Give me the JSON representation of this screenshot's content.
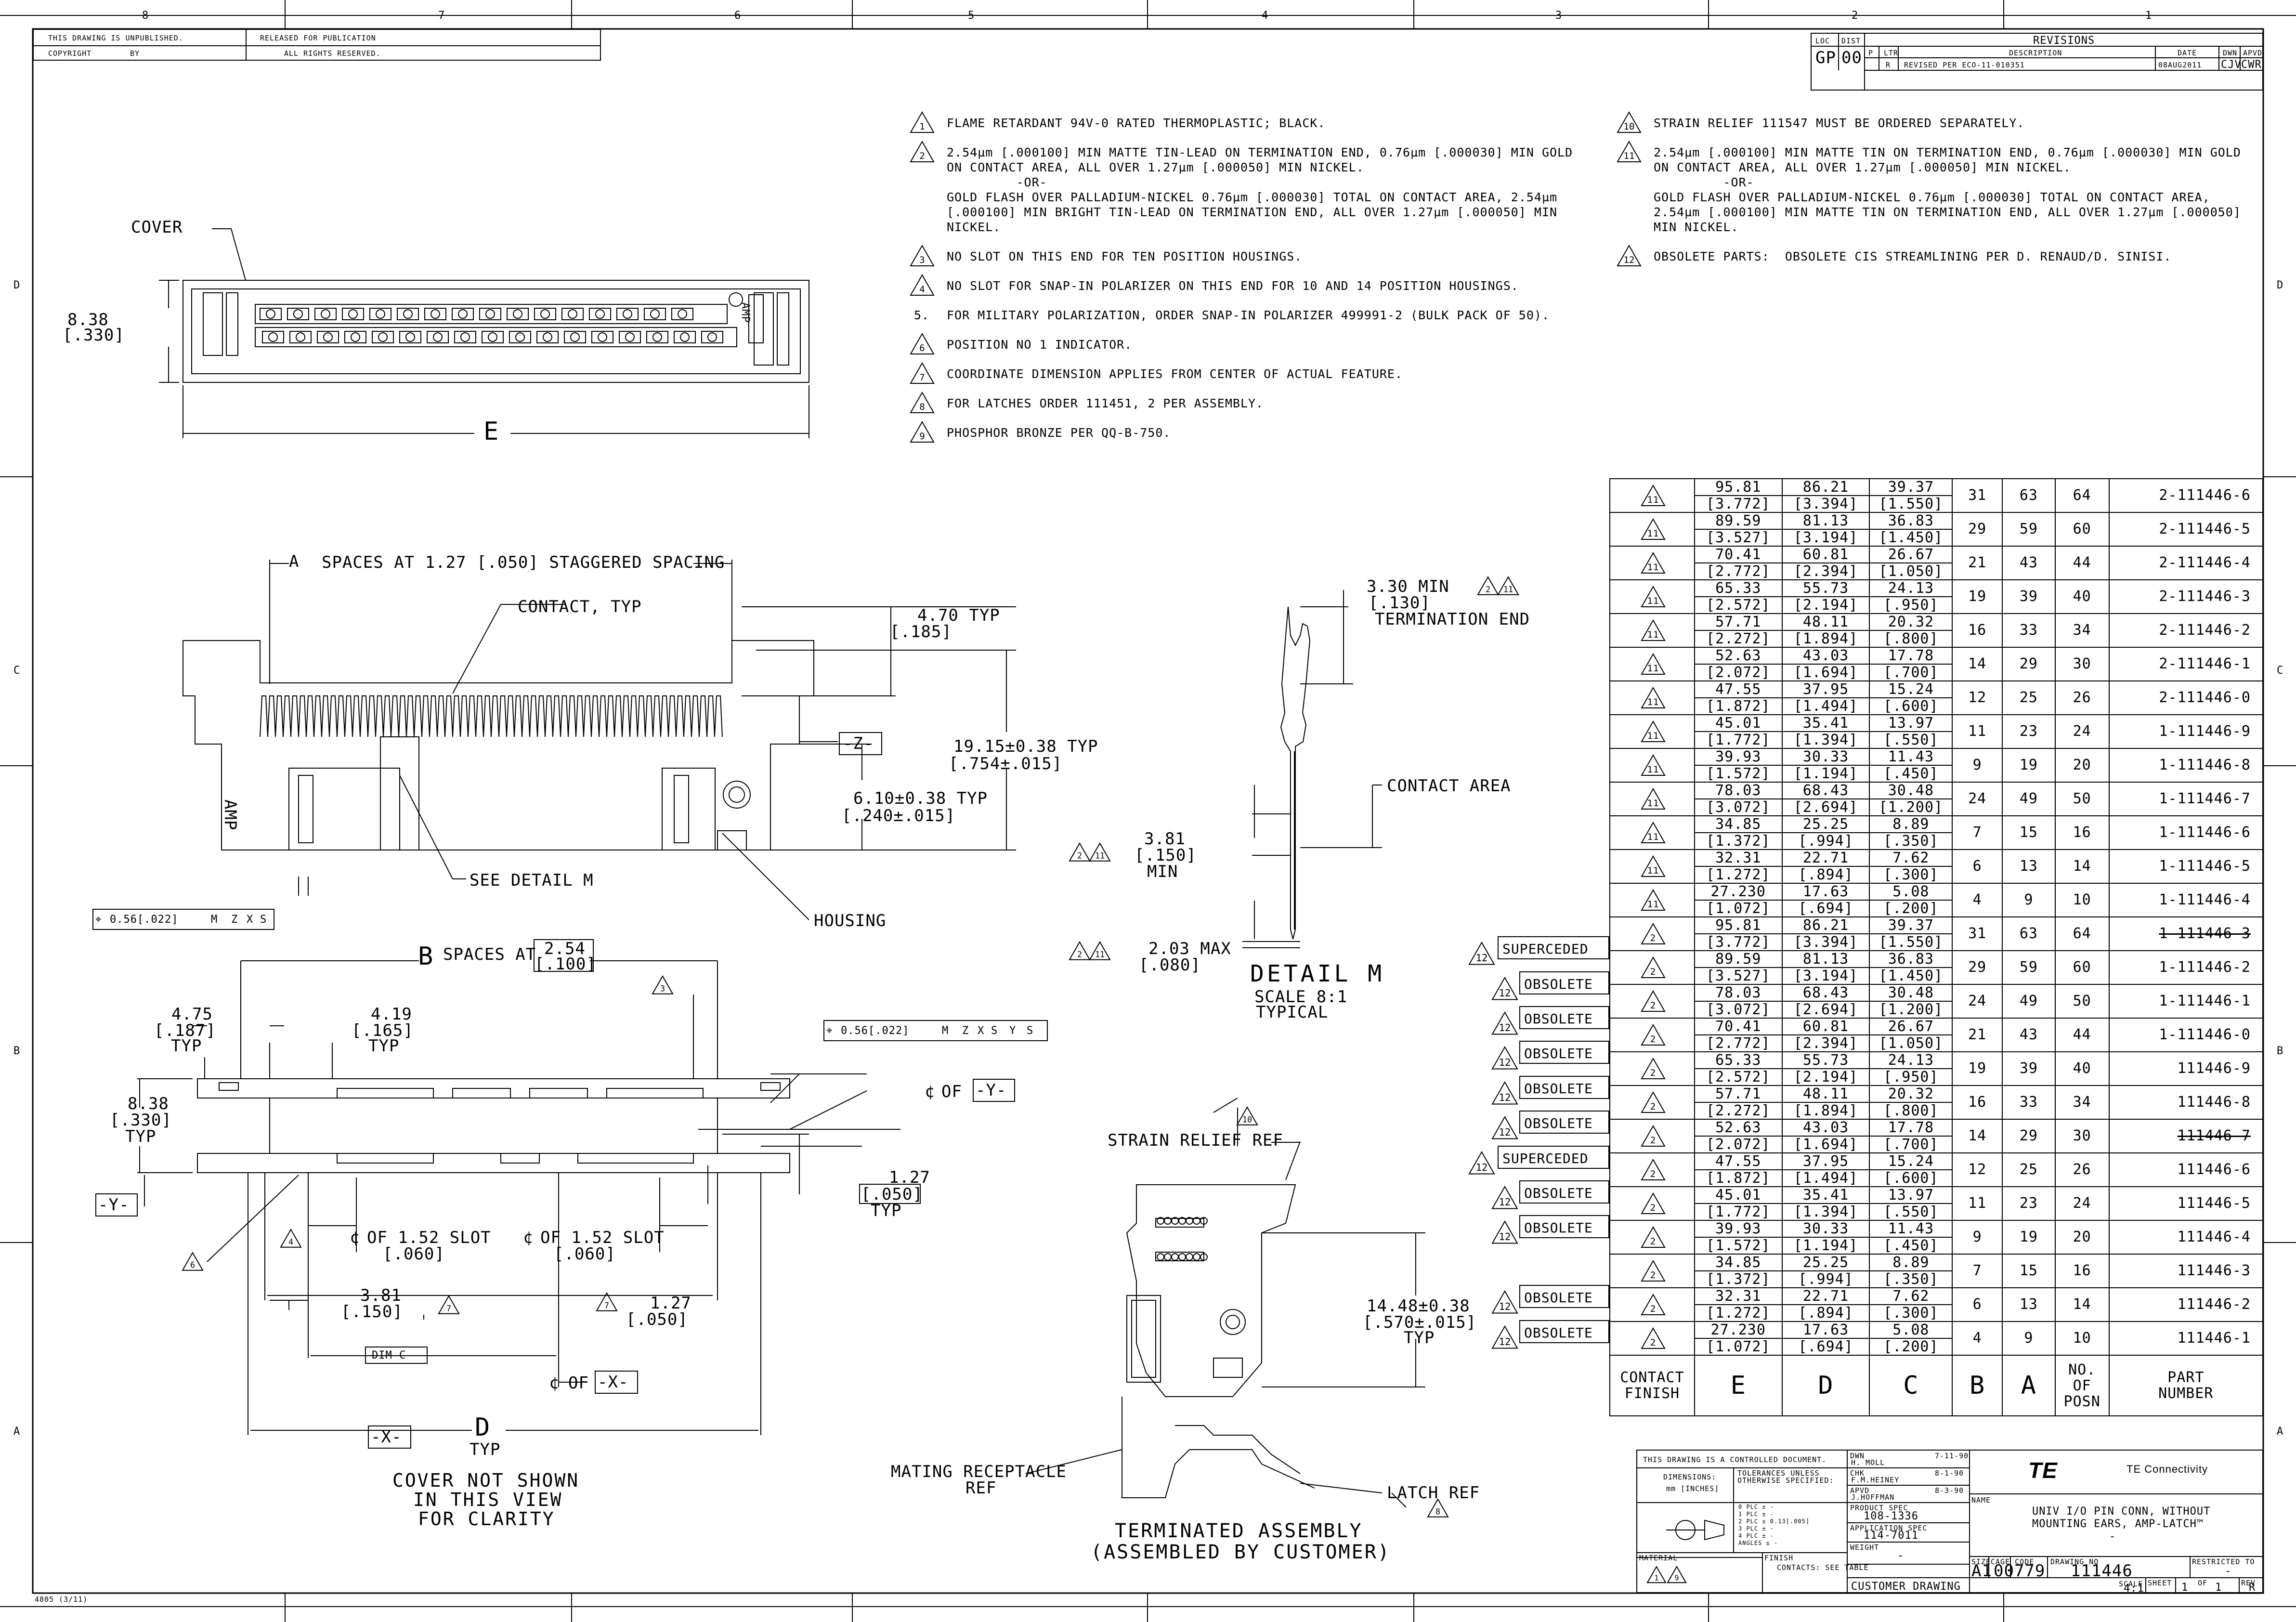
{
  "zones": {
    "top": [
      "8",
      "7",
      "6",
      "5",
      "4",
      "3",
      "2",
      "1"
    ],
    "side": [
      "D",
      "C",
      "B",
      "A"
    ]
  },
  "header": {
    "unpublished": "THIS DRAWING IS UNPUBLISHED.",
    "released": "RELEASED FOR PUBLICATION",
    "copyright": "COPYRIGHT",
    "by": "BY",
    "rights": "ALL RIGHTS RESERVED."
  },
  "revisions": {
    "title": "REVISIONS",
    "loc_label": "LOC",
    "dist_label": "DIST",
    "loc": "GP",
    "dist": "00",
    "p_label": "P",
    "ltr_label": "LTR",
    "desc_label": "DESCRIPTION",
    "date_label": "DATE",
    "dwn_label": "DWN",
    "apvd_label": "APVD",
    "ltr": "R",
    "desc": "REVISED PER ECO-11-010351",
    "date": "08AUG2011",
    "dwn": "CJV",
    "apvd": "CWR"
  },
  "notes_left": [
    {
      "num": "1",
      "tri": true,
      "text": "FLAME RETARDANT 94V-0 RATED THERMOPLASTIC; BLACK."
    },
    {
      "num": "2",
      "tri": true,
      "text": "2.54µm [.000100] MIN MATTE TIN-LEAD ON TERMINATION END, 0.76µm [.000030] MIN GOLD\nON CONTACT AREA, ALL OVER 1.27µm [.000050] MIN NICKEL.\n         -OR-\nGOLD FLASH OVER PALLADIUM-NICKEL 0.76µm [.000030] TOTAL ON CONTACT AREA, 2.54µm\n[.000100] MIN BRIGHT TIN-LEAD ON TERMINATION END, ALL OVER 1.27µm [.000050] MIN\nNICKEL."
    },
    {
      "num": "3",
      "tri": true,
      "text": "NO SLOT ON THIS END FOR TEN POSITION HOUSINGS."
    },
    {
      "num": "4",
      "tri": true,
      "text": "NO SLOT FOR SNAP-IN POLARIZER ON THIS END FOR 10 AND 14 POSITION HOUSINGS."
    },
    {
      "num": "5.",
      "tri": false,
      "text": "FOR MILITARY POLARIZATION, ORDER SNAP-IN POLARIZER 499991-2 (BULK PACK OF 50)."
    },
    {
      "num": "6",
      "tri": true,
      "text": "POSITION NO 1 INDICATOR."
    },
    {
      "num": "7",
      "tri": true,
      "text": "COORDINATE DIMENSION APPLIES FROM CENTER OF ACTUAL FEATURE."
    },
    {
      "num": "8",
      "tri": true,
      "text": "FOR LATCHES ORDER 111451, 2 PER ASSEMBLY."
    },
    {
      "num": "9",
      "tri": true,
      "text": "PHOSPHOR BRONZE PER QQ-B-750."
    }
  ],
  "notes_right": [
    {
      "num": "10",
      "text": "STRAIN RELIEF 111547 MUST BE ORDERED SEPARATELY."
    },
    {
      "num": "11",
      "text": "2.54µm [.000100] MIN MATTE TIN ON TERMINATION END, 0.76µm [.000030] MIN GOLD\nON CONTACT AREA, ALL OVER 1.27µm [.000050] MIN NICKEL.\n         -OR-\nGOLD FLASH OVER PALLADIUM-NICKEL 0.76µm [.000030] TOTAL ON CONTACT AREA,\n2.54µm [.000100] MIN MATTE TIN ON TERMINATION END, ALL OVER 1.27µm [.000050]\nMIN NICKEL."
    },
    {
      "num": "12",
      "text": "OBSOLETE PARTS:  OBSOLETE CIS STREAMLINING PER D. RENAUD/D. SINISI."
    }
  ],
  "top_view": {
    "cover": "COVER",
    "h_mm": "8.38",
    "h_in": "[.330]",
    "e": "E",
    "amp": "AMP"
  },
  "front_view": {
    "a_spaces": "A",
    "a_text": "SPACES AT 1.27 [.050] STAGGERED SPACING",
    "contact": "CONTACT, TYP",
    "typ1_mm": "4.70 TYP",
    "typ1_in": "[.185]",
    "z": "-Z-",
    "h1": "19.15±0.38  TYP",
    "h1_in": "[.754±.015]",
    "h2": "6.10±0.38  TYP",
    "h2_in": "[.240±.015]",
    "see": "SEE DETAIL M",
    "housing": "HOUSING",
    "fcf": "0.56[.022]",
    "fcf_m": "M",
    "fcf_z": "Z",
    "fcf_x": "X",
    "fcf_s": "S",
    "amp": "AMP"
  },
  "detail_m": {
    "min": "3.30 MIN",
    "min_in": "[.130]",
    "term": "TERMINATION END",
    "contact_area": "CONTACT AREA",
    "d1": "3.81",
    "d1_in": "[.150]",
    "d1_min": "MIN",
    "d2": "2.03 MAX",
    "d2_in": "[.080]",
    "title": "DETAIL M",
    "scale": "SCALE 8:1",
    "typical": "TYPICAL",
    "t2": "2",
    "t11": "11"
  },
  "side_view": {
    "b": "B",
    "b_text": "SPACES AT",
    "b_mm": "2.54",
    "b_in": "[.100]",
    "d475": "4.75",
    "d475_in": "[.187]",
    "typ": "TYP",
    "d419": "4.19",
    "d419_in": "[.165]",
    "d838": "8.38",
    "d838_in": "[.330]",
    "y": "-Y-",
    "fcf": "0.56[.022]",
    "fcf_m": "M",
    "fcf_z": "Z",
    "fcf_x": "X",
    "fcf_s1": "S",
    "fcf_y": "Y",
    "fcf_s2": "S",
    "cl_y": "OF",
    "d127": "1.27",
    "d127_in": "[.050]",
    "slot1": "OF 1.52 SLOT",
    "slot1_in": "[.060]",
    "slot2": "OF 1.52 SLOT",
    "slot2_in": "[.060]",
    "d381": "3.81",
    "d381_in": "[.150]",
    "d127b": "1.27",
    "d127b_in": "[.050]",
    "dimc": "DIM C",
    "cl_x": "OF",
    "x": "-X-",
    "d": "D",
    "d_typ": "TYP",
    "cover1": "COVER NOT SHOWN",
    "cover2": "IN THIS VIEW",
    "cover3": "FOR CLARITY",
    "cl": "¢"
  },
  "assembly": {
    "strain": "STRAIN RELIEF REF",
    "h": "14.48±0.38",
    "h_in": "[.570±.015]",
    "typ": "TYP",
    "mating1": "MATING RECEPTACLE",
    "mating2": "REF",
    "latch": "LATCH REF",
    "title1": "TERMINATED ASSEMBLY",
    "title2": "(ASSEMBLED BY CUSTOMER)"
  },
  "table": {
    "rows": [
      {
        "tag": "",
        "n": "11",
        "e": [
          "95.81",
          "[3.772]"
        ],
        "d": [
          "86.21",
          "[3.394]"
        ],
        "c": [
          "39.37",
          "[1.550]"
        ],
        "b": "31",
        "a": "63",
        "p": "64",
        "pn": "2-111446-6",
        "strike": false
      },
      {
        "tag": "",
        "n": "11",
        "e": [
          "89.59",
          "[3.527]"
        ],
        "d": [
          "81.13",
          "[3.194]"
        ],
        "c": [
          "36.83",
          "[1.450]"
        ],
        "b": "29",
        "a": "59",
        "p": "60",
        "pn": "2-111446-5",
        "strike": false
      },
      {
        "tag": "",
        "n": "11",
        "e": [
          "70.41",
          "[2.772]"
        ],
        "d": [
          "60.81",
          "[2.394]"
        ],
        "c": [
          "26.67",
          "[1.050]"
        ],
        "b": "21",
        "a": "43",
        "p": "44",
        "pn": "2-111446-4",
        "strike": false
      },
      {
        "tag": "",
        "n": "11",
        "e": [
          "65.33",
          "[2.572]"
        ],
        "d": [
          "55.73",
          "[2.194]"
        ],
        "c": [
          "24.13",
          "[.950]"
        ],
        "b": "19",
        "a": "39",
        "p": "40",
        "pn": "2-111446-3",
        "strike": false
      },
      {
        "tag": "",
        "n": "11",
        "e": [
          "57.71",
          "[2.272]"
        ],
        "d": [
          "48.11",
          "[1.894]"
        ],
        "c": [
          "20.32",
          "[.800]"
        ],
        "b": "16",
        "a": "33",
        "p": "34",
        "pn": "2-111446-2",
        "strike": false
      },
      {
        "tag": "",
        "n": "11",
        "e": [
          "52.63",
          "[2.072]"
        ],
        "d": [
          "43.03",
          "[1.694]"
        ],
        "c": [
          "17.78",
          "[.700]"
        ],
        "b": "14",
        "a": "29",
        "p": "30",
        "pn": "2-111446-1",
        "strike": false
      },
      {
        "tag": "",
        "n": "11",
        "e": [
          "47.55",
          "[1.872]"
        ],
        "d": [
          "37.95",
          "[1.494]"
        ],
        "c": [
          "15.24",
          "[.600]"
        ],
        "b": "12",
        "a": "25",
        "p": "26",
        "pn": "2-111446-0",
        "strike": false
      },
      {
        "tag": "",
        "n": "11",
        "e": [
          "45.01",
          "[1.772]"
        ],
        "d": [
          "35.41",
          "[1.394]"
        ],
        "c": [
          "13.97",
          "[.550]"
        ],
        "b": "11",
        "a": "23",
        "p": "24",
        "pn": "1-111446-9",
        "strike": false
      },
      {
        "tag": "",
        "n": "11",
        "e": [
          "39.93",
          "[1.572]"
        ],
        "d": [
          "30.33",
          "[1.194]"
        ],
        "c": [
          "11.43",
          "[.450]"
        ],
        "b": "9",
        "a": "19",
        "p": "20",
        "pn": "1-111446-8",
        "strike": false
      },
      {
        "tag": "",
        "n": "11",
        "e": [
          "78.03",
          "[3.072]"
        ],
        "d": [
          "68.43",
          "[2.694]"
        ],
        "c": [
          "30.48",
          "[1.200]"
        ],
        "b": "24",
        "a": "49",
        "p": "50",
        "pn": "1-111446-7",
        "strike": false
      },
      {
        "tag": "",
        "n": "11",
        "e": [
          "34.85",
          "[1.372]"
        ],
        "d": [
          "25.25",
          "[.994]"
        ],
        "c": [
          "8.89",
          "[.350]"
        ],
        "b": "7",
        "a": "15",
        "p": "16",
        "pn": "1-111446-6",
        "strike": false
      },
      {
        "tag": "",
        "n": "11",
        "e": [
          "32.31",
          "[1.272]"
        ],
        "d": [
          "22.71",
          "[.894]"
        ],
        "c": [
          "7.62",
          "[.300]"
        ],
        "b": "6",
        "a": "13",
        "p": "14",
        "pn": "1-111446-5",
        "strike": false
      },
      {
        "tag": "",
        "n": "11",
        "e": [
          "27.230",
          "[1.072]"
        ],
        "d": [
          "17.63",
          "[.694]"
        ],
        "c": [
          "5.08",
          "[.200]"
        ],
        "b": "4",
        "a": "9",
        "p": "10",
        "pn": "1-111446-4",
        "strike": false
      },
      {
        "tag": "SUPERCEDED",
        "n": "2",
        "e": [
          "95.81",
          "[3.772]"
        ],
        "d": [
          "86.21",
          "[3.394]"
        ],
        "c": [
          "39.37",
          "[1.550]"
        ],
        "b": "31",
        "a": "63",
        "p": "64",
        "pn": "1-111446-3",
        "strike": true
      },
      {
        "tag": "OBSOLETE",
        "n": "2",
        "e": [
          "89.59",
          "[3.527]"
        ],
        "d": [
          "81.13",
          "[3.194]"
        ],
        "c": [
          "36.83",
          "[1.450]"
        ],
        "b": "29",
        "a": "59",
        "p": "60",
        "pn": "1-111446-2",
        "strike": false
      },
      {
        "tag": "OBSOLETE",
        "n": "2",
        "e": [
          "78.03",
          "[3.072]"
        ],
        "d": [
          "68.43",
          "[2.694]"
        ],
        "c": [
          "30.48",
          "[1.200]"
        ],
        "b": "24",
        "a": "49",
        "p": "50",
        "pn": "1-111446-1",
        "strike": false
      },
      {
        "tag": "OBSOLETE",
        "n": "2",
        "e": [
          "70.41",
          "[2.772]"
        ],
        "d": [
          "60.81",
          "[2.394]"
        ],
        "c": [
          "26.67",
          "[1.050]"
        ],
        "b": "21",
        "a": "43",
        "p": "44",
        "pn": "1-111446-0",
        "strike": false
      },
      {
        "tag": "OBSOLETE",
        "n": "2",
        "e": [
          "65.33",
          "[2.572]"
        ],
        "d": [
          "55.73",
          "[2.194]"
        ],
        "c": [
          "24.13",
          "[.950]"
        ],
        "b": "19",
        "a": "39",
        "p": "40",
        "pn": "111446-9",
        "strike": false
      },
      {
        "tag": "OBSOLETE",
        "n": "2",
        "e": [
          "57.71",
          "[2.272]"
        ],
        "d": [
          "48.11",
          "[1.894]"
        ],
        "c": [
          "20.32",
          "[.800]"
        ],
        "b": "16",
        "a": "33",
        "p": "34",
        "pn": "111446-8",
        "strike": false
      },
      {
        "tag": "SUPERCEDED",
        "n": "2",
        "e": [
          "52.63",
          "[2.072]"
        ],
        "d": [
          "43.03",
          "[1.694]"
        ],
        "c": [
          "17.78",
          "[.700]"
        ],
        "b": "14",
        "a": "29",
        "p": "30",
        "pn": "111446-7",
        "strike": true
      },
      {
        "tag": "OBSOLETE",
        "n": "2",
        "e": [
          "47.55",
          "[1.872]"
        ],
        "d": [
          "37.95",
          "[1.494]"
        ],
        "c": [
          "15.24",
          "[.600]"
        ],
        "b": "12",
        "a": "25",
        "p": "26",
        "pn": "111446-6",
        "strike": false
      },
      {
        "tag": "OBSOLETE",
        "n": "2",
        "e": [
          "45.01",
          "[1.772]"
        ],
        "d": [
          "35.41",
          "[1.394]"
        ],
        "c": [
          "13.97",
          "[.550]"
        ],
        "b": "11",
        "a": "23",
        "p": "24",
        "pn": "111446-5",
        "strike": false
      },
      {
        "tag": "",
        "n": "2",
        "e": [
          "39.93",
          "[1.572]"
        ],
        "d": [
          "30.33",
          "[1.194]"
        ],
        "c": [
          "11.43",
          "[.450]"
        ],
        "b": "9",
        "a": "19",
        "p": "20",
        "pn": "111446-4",
        "strike": false
      },
      {
        "tag": "OBSOLETE",
        "n": "2",
        "e": [
          "34.85",
          "[1.372]"
        ],
        "d": [
          "25.25",
          "[.994]"
        ],
        "c": [
          "8.89",
          "[.350]"
        ],
        "b": "7",
        "a": "15",
        "p": "16",
        "pn": "111446-3",
        "strike": false
      },
      {
        "tag": "OBSOLETE",
        "n": "2",
        "e": [
          "32.31",
          "[1.272]"
        ],
        "d": [
          "22.71",
          "[.894]"
        ],
        "c": [
          "7.62",
          "[.300]"
        ],
        "b": "6",
        "a": "13",
        "p": "14",
        "pn": "111446-2",
        "strike": false
      },
      {
        "tag": "",
        "n": "2",
        "e": [
          "27.230",
          "[1.072]"
        ],
        "d": [
          "17.63",
          "[.694]"
        ],
        "c": [
          "5.08",
          "[.200]"
        ],
        "b": "4",
        "a": "9",
        "p": "10",
        "pn": "111446-1",
        "strike": false
      }
    ],
    "headers": {
      "finish": [
        "CONTACT",
        "FINISH"
      ],
      "e": "E",
      "d": "D",
      "c": "C",
      "b": "B",
      "a": "A",
      "posn": [
        "NO. OF",
        "POSN"
      ],
      "part": [
        "PART",
        "NUMBER"
      ]
    },
    "tag_num": "12"
  },
  "title_block": {
    "controlled": "THIS DRAWING IS A CONTROLLED DOCUMENT.",
    "dwn": "DWN",
    "dwn_name": "H. MOLL",
    "dwn_date": "7-11-90",
    "chk": "CHK",
    "chk_name": "F.M.HEINEY",
    "chk_date": "8-1-90",
    "apvd": "APVD",
    "apvd_name": "J.HOFFMAN",
    "apvd_date": "8-3-90",
    "dims": "DIMENSIONS:",
    "units": "mm [INCHES]",
    "tol": "TOLERANCES UNLESS OTHERWISE SPECIFIED:",
    "tol_rows": [
      "0 PLC   ± -",
      "1 PLC   ± -",
      "2 PLC   ± 0.13[.005]",
      "3 PLC   ± -",
      "4 PLC   ± -",
      "ANGLES    ± -"
    ],
    "product_spec": "PRODUCT SPEC",
    "spec": "108-1336",
    "app_spec_label": "APPLICATION SPEC",
    "app_spec": "114-7011",
    "weight_label": "WEIGHT",
    "weight": "-",
    "material": "MATERIAL",
    "finish": "FINISH",
    "finish_val": "CONTACTS: SEE TABLE",
    "logo": "TE",
    "company": "TE Connectivity",
    "name_label": "NAME",
    "name1": "UNIV I/O PIN CONN, WITHOUT",
    "name2": "MOUNTING EARS, AMP-LATCH™",
    "name3": "-",
    "size_label": "SIZE",
    "size": "A1",
    "cage_label": "CAGE CODE",
    "cage": "00779",
    "dwgno_label": "DRAWING NO",
    "dwgno": "111446",
    "restricted": "RESTRICTED TO",
    "restricted_val": "-",
    "customer": "CUSTOMER DRAWING",
    "scale_label": "SCALE",
    "scale": "4:1",
    "sheet_label": "SHEET",
    "sheet": "1",
    "of": "OF",
    "sheets": "1",
    "rev_label": "REV",
    "rev": "R",
    "mat_t1": "1",
    "mat_t9": "9"
  },
  "footer": {
    "form": "4805 (3/11)"
  }
}
